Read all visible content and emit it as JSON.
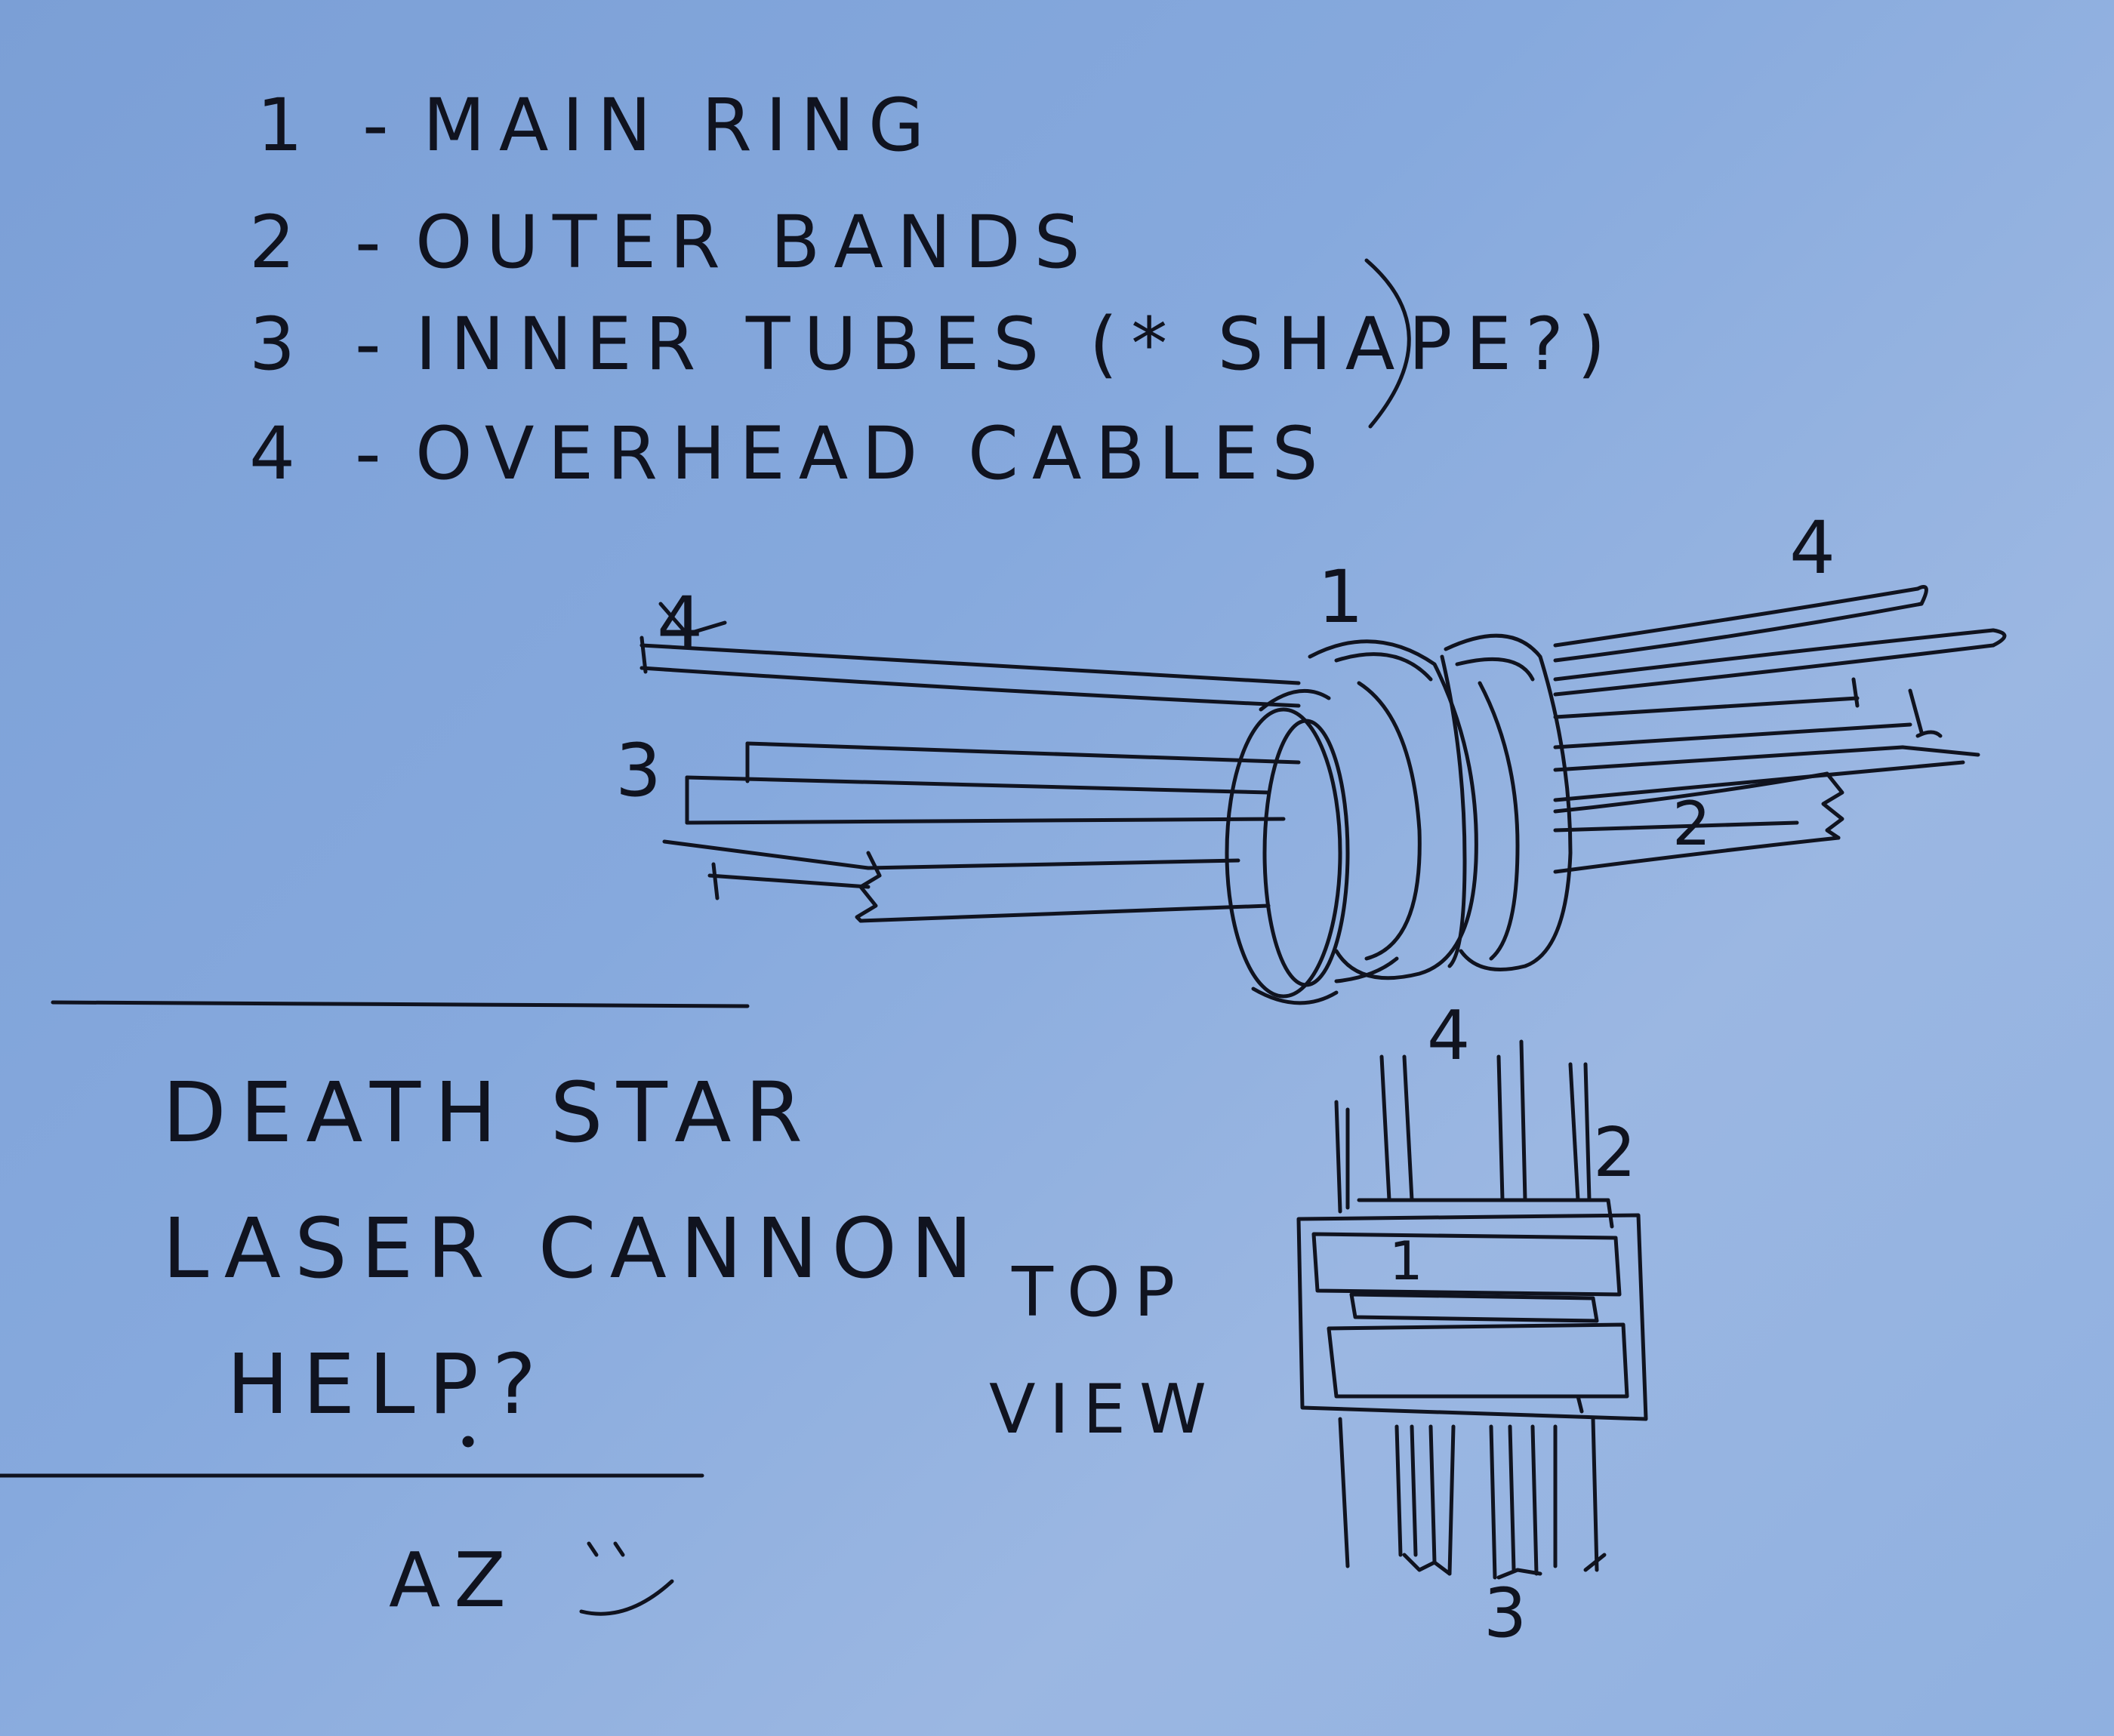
{
  "legend": [
    {
      "num": "1",
      "text": "MAIN RING"
    },
    {
      "num": "2",
      "text": "OUTER BANDS"
    },
    {
      "num": "3",
      "text": "INNER TUBES (* SHAPE?)"
    },
    {
      "num": "4",
      "text": "OVERHEAD CABLES"
    }
  ],
  "side_labels": {
    "ring": "1",
    "cables_right": "4",
    "cables_left": "4",
    "tubes": "3",
    "bands": "2"
  },
  "top_view": {
    "caption_line1": "TOP",
    "caption_line2": "VIEW",
    "label_cables": "4",
    "label_bands": "2",
    "label_ring": "1",
    "label_tubes": "3"
  },
  "note": {
    "line1": "DEATH STAR",
    "line2": "LASER CANNON",
    "line3": "HELP?",
    "signature": "AZ",
    "smiley": ":)"
  },
  "colors": {
    "paper": "#86a9dd",
    "ink": "#10131f"
  }
}
